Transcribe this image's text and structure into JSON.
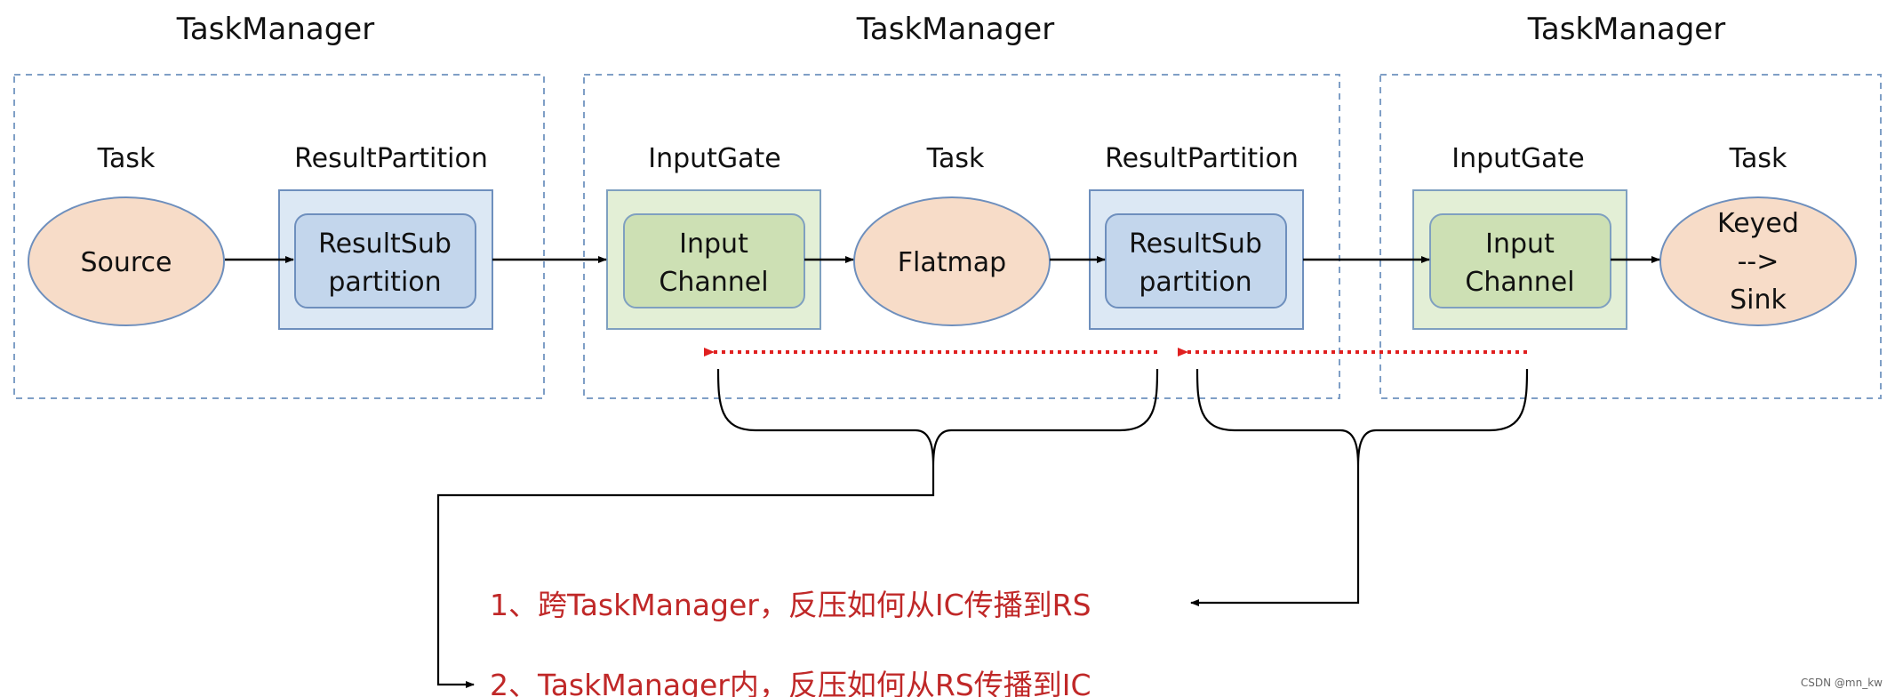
{
  "task_managers": [
    {
      "title": "TaskManager"
    },
    {
      "title": "TaskManager"
    },
    {
      "title": "TaskManager"
    }
  ],
  "section_labels": {
    "tm1_task": "Task",
    "tm1_result_partition": "ResultPartition",
    "tm2_input_gate": "InputGate",
    "tm2_task": "Task",
    "tm2_result_partition": "ResultPartition",
    "tm3_input_gate": "InputGate",
    "tm3_task": "Task"
  },
  "nodes": {
    "source": {
      "lines": [
        "Source"
      ]
    },
    "result_sub_1": {
      "lines": [
        "ResultSub",
        "partition"
      ]
    },
    "input_channel_1": {
      "lines": [
        "Input",
        "Channel"
      ]
    },
    "flatmap": {
      "lines": [
        "Flatmap"
      ]
    },
    "result_sub_2": {
      "lines": [
        "ResultSub",
        "partition"
      ]
    },
    "input_channel_2": {
      "lines": [
        "Input",
        "Channel"
      ]
    },
    "keyed_sink": {
      "lines": [
        "Keyed",
        "-->",
        "Sink"
      ]
    }
  },
  "annotations": {
    "note1": "1、跨TaskManager，反压如何从IC传播到RS",
    "note2": "2、TaskManager内，反压如何从RS传播到IC"
  },
  "watermark": "CSDN @mn_kw",
  "colors": {
    "dashed_border": "#7f9fc6",
    "ellipse_fill": "#f7dcc8",
    "ellipse_stroke": "#6e8fbd",
    "blue_outer_fill": "#dce8f4",
    "blue_inner_fill": "#c3d6ec",
    "blue_stroke": "#6e8fbd",
    "green_outer_fill": "#e3efd6",
    "green_inner_fill": "#cde0b4",
    "green_stroke": "#7fa0c0",
    "red_dotted": "#e02020",
    "annotation_text": "#c02828",
    "line": "#000000"
  }
}
